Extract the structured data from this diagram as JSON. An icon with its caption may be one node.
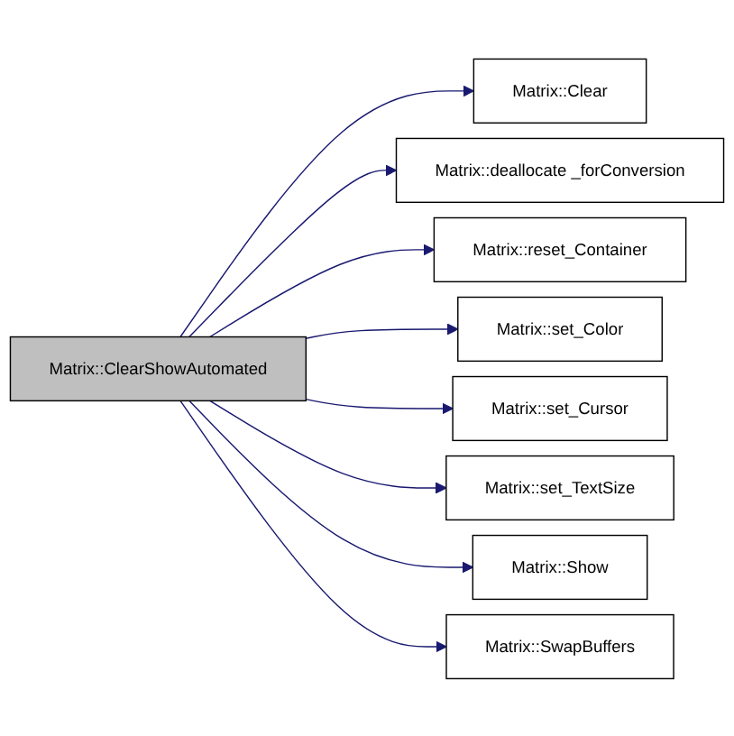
{
  "diagram": {
    "nodes": [
      {
        "text": [
          "Matrix::ClearShowAutomated"
        ]
      },
      {
        "text": [
          "Matrix::Clear"
        ]
      },
      {
        "text": [
          "Matrix::deallocate _forConversion"
        ]
      },
      {
        "text": [
          "Matrix::reset_Container"
        ]
      },
      {
        "text": [
          "Matrix::set_Color"
        ]
      },
      {
        "text": [
          "Matrix::set_Cursor"
        ]
      },
      {
        "text": [
          "Matrix::set_TextSize"
        ]
      },
      {
        "text": [
          "Matrix::Show"
        ]
      },
      {
        "text": [
          "Matrix::SwapBuffers"
        ]
      }
    ],
    "edges": [
      {
        "from": 0,
        "to": 1,
        "arrow": "to"
      },
      {
        "from": 0,
        "to": 2,
        "arrow": "to"
      },
      {
        "from": 0,
        "to": 3,
        "arrow": "to"
      },
      {
        "from": 0,
        "to": 4,
        "arrow": "to"
      },
      {
        "from": 0,
        "to": 5,
        "arrow": "to"
      },
      {
        "from": 0,
        "to": 6,
        "arrow": "to"
      },
      {
        "from": 0,
        "to": 7,
        "arrow": "to"
      },
      {
        "from": 0,
        "to": 8,
        "arrow": "to"
      }
    ]
  }
}
